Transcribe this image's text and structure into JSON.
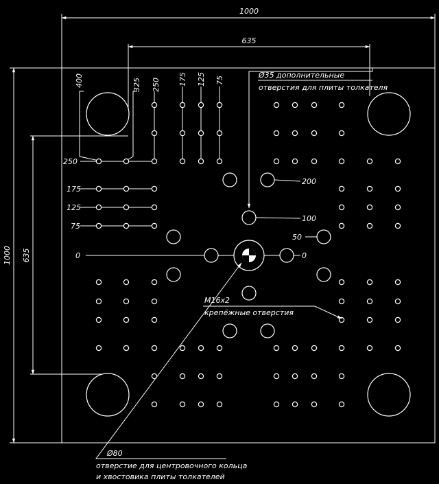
{
  "dimensions": {
    "width_total": "1000",
    "height_total": "1000",
    "guide_spacing_horizontal": "635",
    "guide_spacing_vertical": "635"
  },
  "column_scale": [
    "400",
    "325",
    "250",
    "175",
    "125",
    "75"
  ],
  "row_scale": [
    "250",
    "175",
    "125",
    "75"
  ],
  "center_marks": {
    "left_zero": "0",
    "right_zero": "0",
    "r200": "200",
    "r100": "100",
    "r50": "50"
  },
  "callouts": {
    "ejector_holes": {
      "line1": "Ø35 дополнительные",
      "line2": "отверстия для плиты толкателя"
    },
    "mount_holes": {
      "line1": "M16x2",
      "line2": "крепёжные отверстия"
    },
    "center_hole": {
      "line1": "Ø80",
      "line2": "отверстие для центровочного кольца",
      "line3": "и хвостовика плиты толкателей"
    }
  },
  "colors": {
    "background": "#000000",
    "lines": "#ffffff"
  }
}
